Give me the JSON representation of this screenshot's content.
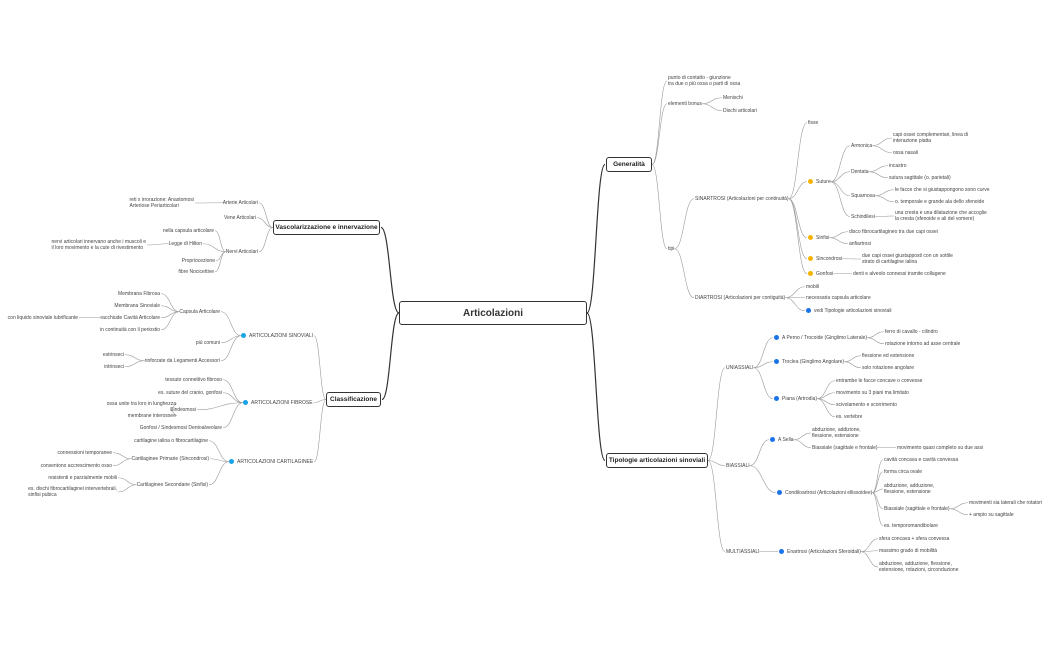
{
  "root": "Articolazioni",
  "colors": {
    "sinartrosi_dot": "#f5b400",
    "tipologie_dot": "#1a73e8",
    "classificazione_dot": "#1aa3e8",
    "line": "#999999"
  },
  "generalita": {
    "title": "Generalità",
    "punto": "punto di contatto - giunzione\ntra due o più ossa o parti di ossa",
    "bonus": "elementi bonus",
    "menischi": "Menischi",
    "dischi": "Dischi articolari",
    "tipi": "tipi",
    "sinartrosi": "SINARTROSI (Articolazioni per continuità)",
    "fisse": "fisse",
    "suture": "Suture",
    "sinfisi": "Sinfisi",
    "sincondrosi": "Sincondrosi",
    "gonfosi": "Gonfosi",
    "armonica": "Armonica",
    "armonica_1": "capi ossei complementari, linea di\ninterazione piatta",
    "armonica_2": "ossa nasali",
    "dentata": "Dentata",
    "dentata_1": "incastro",
    "dentata_2": "sutura sagittale (o. parietali)",
    "squamosa": "Squamosa",
    "squamosa_1": "le facce che si giustappongono sono curve",
    "squamosa_2": "o. temporale e grande ala dello sfenoide",
    "schindilesi": "Schindilesi",
    "schindilesi_1": "una cresta e una dilatazione che accoglie\nla cresta (sfenoide e ali del vomere)",
    "sinfisi_1": "disco fibrocartilagineo tra due capi ossei",
    "sinfisi_2": "anfiartrosi",
    "sincondrosi_1": "due capi ossei giustapposti con un sottile\nstrato di cartilagine ialina",
    "gonfosi_1": "denti e alveolo connessi tramite collagene",
    "diartrosi": "DIARTROSI (Articolazioni per contiguità)",
    "mobili": "mobili",
    "capsula": "necessaria capsula articolare",
    "vedi": "vedi Tipologie articolazioni sinoviali"
  },
  "tipologie": {
    "title": "Tipologie articolazioni sinoviali",
    "uniassiali": "UNIASSIALI",
    "biassiali": "BIASSIALI",
    "multiassiali": "MULTIASSIALI",
    "perno": "A Perno / Trocoide (Ginglimo Laterale)",
    "perno_1": "ferro di cavallo - cilindro",
    "perno_2": "rotazione intorno ad asse centrale",
    "troclea": "Troclea (Ginglimo Angolare)",
    "troclea_1": "flessione ed estensione",
    "troclea_2": "solo rotazione angolare",
    "piana": "Piana (Artrodia)",
    "piana_1": "entrambe le facce concave o convesse",
    "piana_2": "movimento su 3 piani ma limitato",
    "piana_3": "scivolamento e scorrimento",
    "piana_4": "es. vertebre",
    "sella": "A Sella",
    "sella_1": "abduzione, addizione,\nflessione, estensione",
    "sella_2": "Biassiale (sagittale e frontale)",
    "sella_2a": "movimento quasi completo su due assi",
    "condilo": "Condiloartrosi (Articolazioni ellissoidee)",
    "condilo_1": "cavità concava e cavità convessa",
    "condilo_2": "forma circa ovale",
    "condilo_3": "abduzione, adduzione,\nflessione, estensione",
    "condilo_4": "Biassiale (sagittale e frontale)",
    "condilo_4a": "movimenti sia laterali che rotatori",
    "condilo_4b": "+ ampio su sagittale",
    "condilo_5": "es. temporomandibolare",
    "enartrosi": "Enartrosi (Articolazioni Sferoidali)",
    "enartrosi_1": "sfera concava + sfera convessa",
    "enartrosi_2": "massimo grado di mobilità",
    "enartrosi_3": "abduzione, adduzione, flessione,\nestensione, rotazioni, circonduzione"
  },
  "vascolarizzazione": {
    "title": "Vascolarizzazione e innervazione",
    "arterie": "Arterie Articolari",
    "arterie_1": "reti x irrorazione: Anastomosi\nArteriose Periarticolari",
    "vene": "Vene Articolari",
    "nervi": "Nervi Articolari",
    "nervi_1": "nella capsula articolare",
    "nervi_2": "Legge di Hilton",
    "hilton_1": "nervi articolari innervano anche i muscoli e\nil loro movimento e la cute di rivestimento",
    "nervi_3": "Propriocezione",
    "nervi_4": "fibre Nocicettive"
  },
  "classificazione": {
    "title": "Classificazione",
    "sinoviali": "ARTICOLAZIONI SINOVIALI",
    "fibrose": "ARTICOLAZIONI FIBROSE",
    "cartilaginee": "ARTICOLAZIONI CARTILAGINEE",
    "capsula": "Capsula Articolare",
    "capsula_1": "Membrana Fibrosa",
    "capsula_2": "Membrana Sinoviale",
    "capsula_3": "racchiude Cavità Articolare",
    "capsula_3a": "con liquido sinoviale lubrificante",
    "capsula_4": "in continuità con il periostio",
    "comuni": "più comuni",
    "rinforzate": "rinforzate da Legamenti Accessori",
    "estrinseci": "estrinseci",
    "intrinseci": "intrinseci",
    "fib_1": "tessuto connettivo fibroso",
    "fib_2": "es. suture del cranio, gonfosi",
    "sindesmosi": "Sindesmosi",
    "sind_1": "ossa unite tra loro in lunghezza",
    "sind_2": "membrane interossee",
    "fib_3": "Gonfosi / Sindesmosi Dentoalveolare",
    "car_1": "cartilagine ialina o fibrocartilagine",
    "primarie": "Cartilaginee Primarie (Sincondrosi)",
    "prim_1": "connessioni temporanee",
    "prim_2": "consentono accrescimento osso",
    "secondarie": "Cartilaginee Secondarie (Sinfisi)",
    "sec_1": "resistenti e parzialmente mobili",
    "sec_2": "es. dischi fibrocartilaginei intervertebrali,\nsinfisi pubica"
  }
}
